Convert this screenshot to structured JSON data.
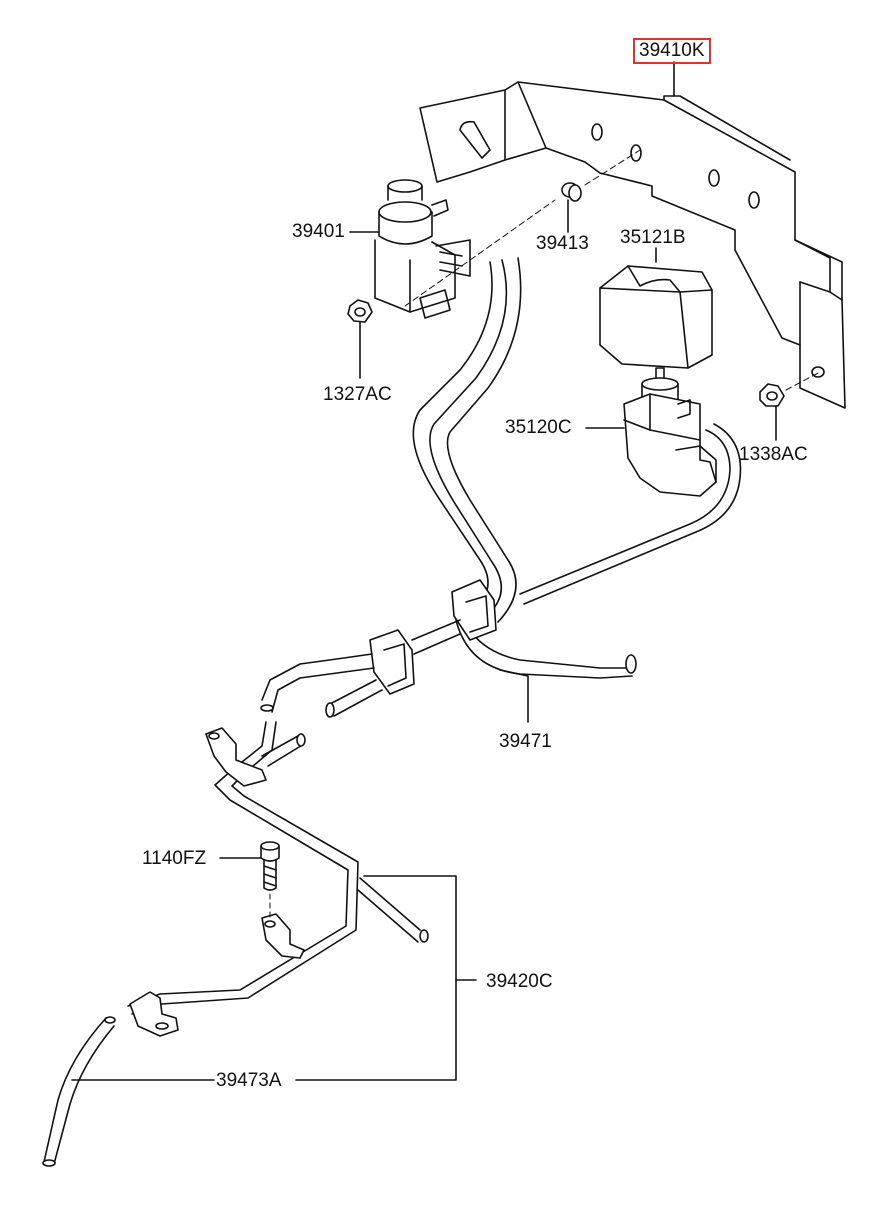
{
  "part_labels": {
    "bracket": "39410K",
    "solenoid_valve": "39401",
    "grommet": "39413",
    "rubber_mount": "35121B",
    "nut_left": "1327AC",
    "vacuum_valve": "35120C",
    "nut_right": "1338AC",
    "hose": "39471",
    "bolt": "1140FZ",
    "pipe_assembly": "39420C",
    "hose_lower": "39473A"
  },
  "colors": {
    "highlight_box": "#e0302f",
    "line": "#111111",
    "background": "#ffffff"
  }
}
